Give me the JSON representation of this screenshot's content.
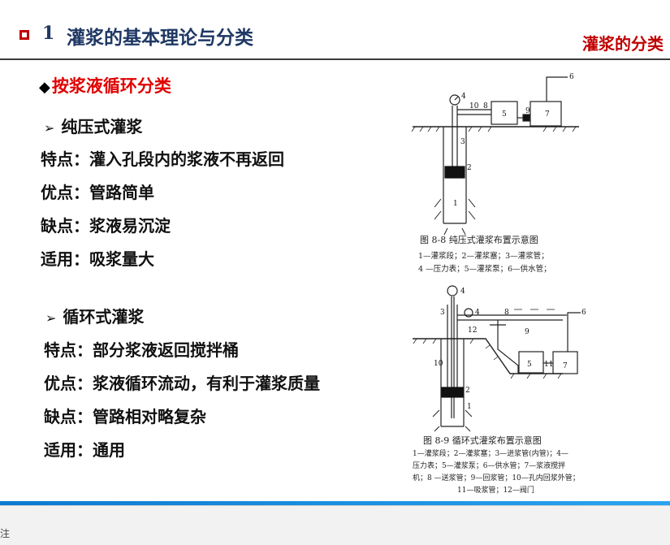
{
  "header": {
    "number": "1",
    "title": "灌浆的基本理论与分类",
    "right_label": "灌浆的分类"
  },
  "section_title": "按浆液循环分类",
  "pure_pressure": {
    "title": "纯压式灌浆",
    "lines": [
      "特点：灌入孔段内的浆液不再返回",
      "优点：管路简单",
      "缺点：浆液易沉淀",
      "适用：吸浆量大"
    ]
  },
  "circulation": {
    "title": "循环式灌浆",
    "lines": [
      "特点：部分浆液返回搅拌桶",
      "优点：浆液循环流动，有利于灌浆质量",
      "缺点：管路相对略复杂",
      "适用：通用"
    ]
  },
  "figure_1": {
    "caption": "图 8-8    纯压式灌浆布置示意图",
    "legend_1": "1—灌浆段；2—灌浆塞；3—灌浆管；",
    "legend_2": "4 —压力表；5—灌浆泵；6—供水管；",
    "labels": [
      "1",
      "2",
      "3",
      "4",
      "5",
      "6",
      "7",
      "9",
      "10"
    ]
  },
  "figure_2": {
    "caption": "图 8-9   循环式灌浆布置示意图",
    "legend_1": "1—灌浆段；2—灌浆塞；3—进浆管(内管)；4—",
    "legend_2": "压力表；5—灌浆泵；6—供水管；7—浆液搅拌",
    "legend_3": "机；8 —送浆管；9—回浆管；10—孔内回浆外管；",
    "legend_4": "11—吸浆管；12—阀门",
    "labels": [
      "1",
      "2",
      "3",
      "4",
      "5",
      "6",
      "7",
      "8",
      "9",
      "10",
      "11",
      "12"
    ]
  },
  "footer": {
    "label": "注"
  },
  "colors": {
    "title": "#1f3864",
    "accent_red": "#c00000",
    "section_red": "#e00000",
    "bar_blue": "#0b7ad1"
  }
}
